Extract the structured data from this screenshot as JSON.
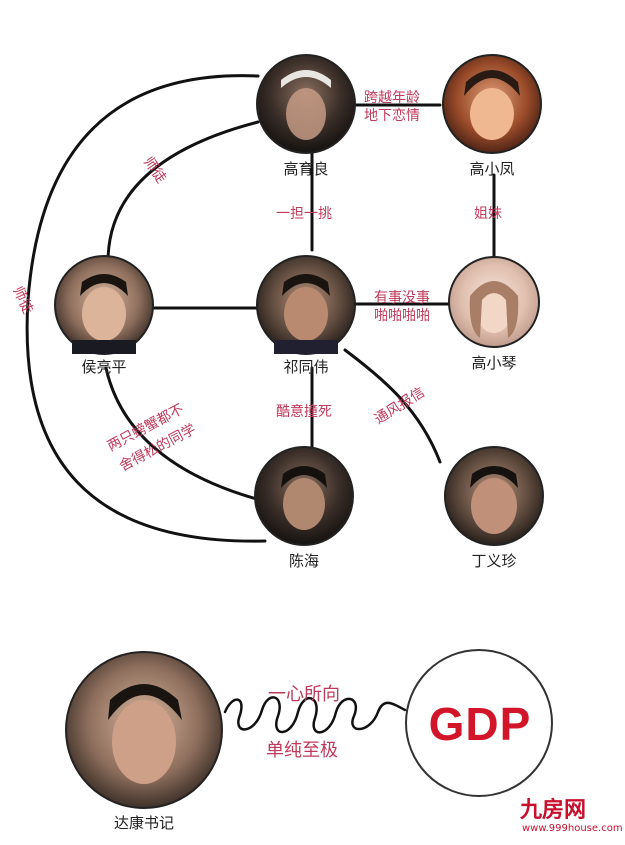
{
  "characters": {
    "gao_yuliang": "高育良",
    "gao_xiaofeng": "高小凤",
    "hou_liangping": "侯亮平",
    "qi_tongwei": "祁同伟",
    "gao_xiaoqin": "高小琴",
    "chen_hai": "陈海",
    "ding_yizhen": "丁义珍",
    "da_kang": "达康书记"
  },
  "relations": {
    "cross_age_line1": "跨越年龄",
    "cross_age_line2": "地下恋情",
    "sisters": "姐妹",
    "teacher_student_1": "师徒",
    "teacher_student_2": "师徒",
    "one_pick": "一担一挑",
    "affair_line1": "有事没事",
    "affair_line2": "啪啪啪啪",
    "accident_death": "酷意撞死",
    "tip_off": "通风报信",
    "classmates_line1": "两只螃蟹都不",
    "classmates_line2": "舍得松的同学",
    "devotion_line1": "一心所向",
    "devotion_line2": "单纯至极"
  },
  "gdp_label": "GDP",
  "watermark": {
    "name": "九房网",
    "url": "www.999house.com"
  }
}
